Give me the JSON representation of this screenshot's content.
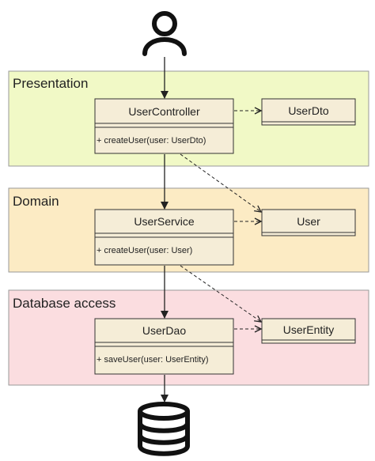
{
  "colors": {
    "presentation_fill": "#F1F9C6",
    "presentation_stroke": "#999999",
    "domain_fill": "#FCEBC4",
    "domain_stroke": "#999999",
    "database_fill": "#FBDDE0",
    "database_stroke": "#999999",
    "class_fill": "#F5EDD7",
    "class_stroke": "#333333",
    "arrow": "#222222",
    "icon": "#111111"
  },
  "layers": {
    "presentation": {
      "label": "Presentation"
    },
    "domain": {
      "label": "Domain"
    },
    "database": {
      "label": "Database access"
    }
  },
  "classes": {
    "user_controller": {
      "name": "UserController",
      "method": "+ createUser(user: UserDto)"
    },
    "user_dto": {
      "name": "UserDto"
    },
    "user_service": {
      "name": "UserService",
      "method": "+ createUser(user: User)"
    },
    "user": {
      "name": "User"
    },
    "user_dao": {
      "name": "UserDao",
      "method": "+ saveUser(user: UserEntity)"
    },
    "user_entity": {
      "name": "UserEntity"
    }
  },
  "icons": {
    "top": "user-icon",
    "bottom": "database-icon"
  }
}
